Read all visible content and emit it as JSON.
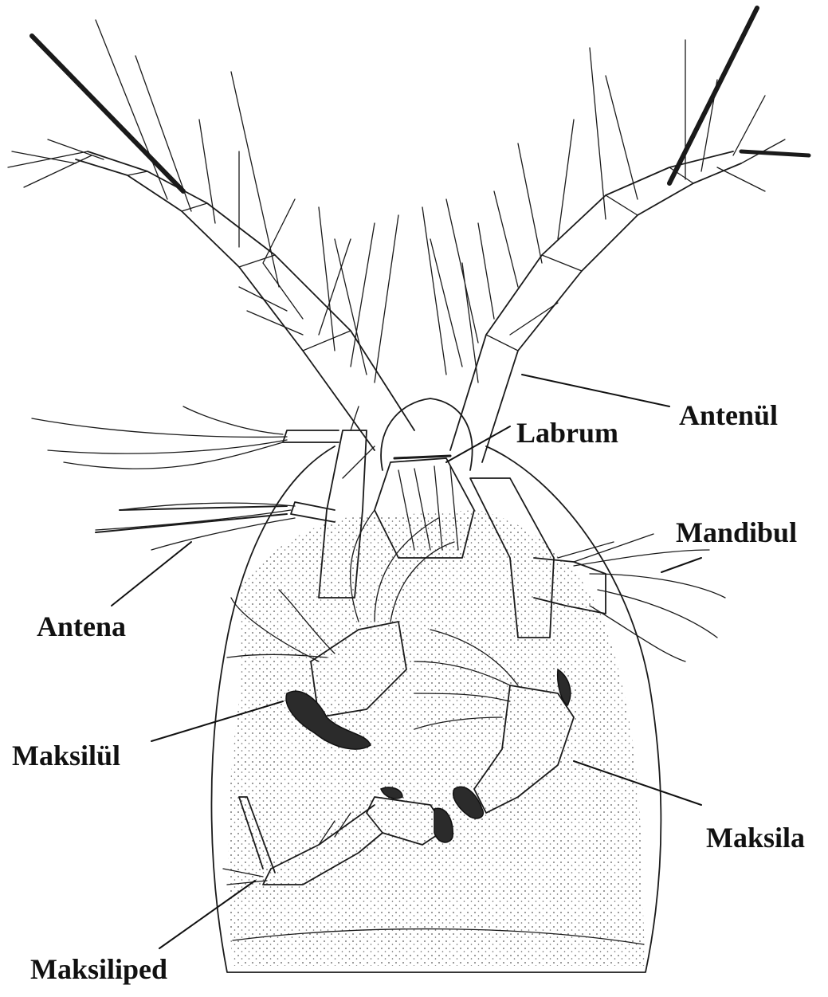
{
  "labels": {
    "antenul": "Antenül",
    "labrum": "Labrum",
    "mandibul": "Mandibul",
    "antena": "Antena",
    "maksilul": "Maksilül",
    "maksila": "Maksila",
    "maksiliped": "Maksiliped"
  },
  "colors": {
    "ink": "#111111",
    "stipple": "#555555",
    "background": "#ffffff"
  }
}
